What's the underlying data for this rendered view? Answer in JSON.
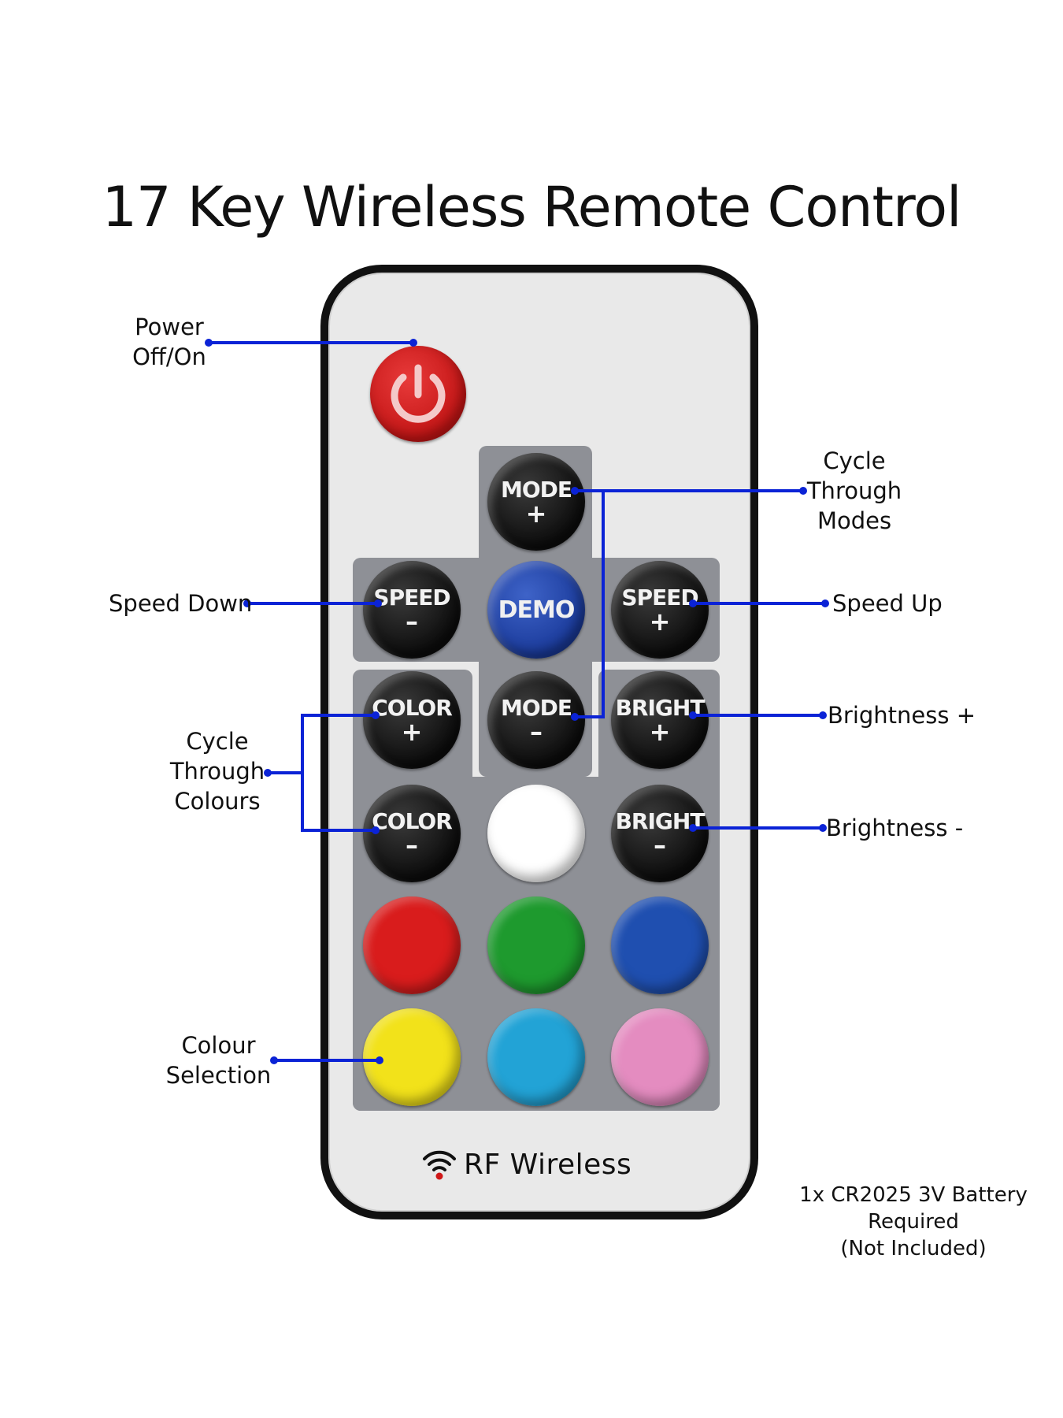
{
  "title": "17 Key Wireless Remote Control",
  "labels": {
    "power": [
      "Power",
      "Off/On"
    ],
    "cycle_modes": [
      "Cycle",
      "Through",
      "Modes"
    ],
    "speed_down": "Speed Down",
    "speed_up": "Speed Up",
    "cycle_colours": [
      "Cycle",
      "Through",
      "Colours"
    ],
    "brightness_plus": "Brightness +",
    "brightness_minus": "Brightness -",
    "colour_selection": [
      "Colour",
      "Selection"
    ]
  },
  "buttons": {
    "mode_plus": [
      "MODE",
      "+"
    ],
    "speed_minus": [
      "SPEED",
      "–"
    ],
    "demo": "DEMO",
    "speed_plus": [
      "SPEED",
      "+"
    ],
    "color_plus": [
      "COLOR",
      "+"
    ],
    "mode_minus": [
      "MODE",
      "–"
    ],
    "bright_plus": [
      "BRIGHT",
      "+"
    ],
    "color_minus": [
      "COLOR",
      "–"
    ],
    "bright_minus": [
      "BRIGHT",
      "–"
    ]
  },
  "color_buttons": [
    "#ffffff",
    "#d91c1c",
    "#1e9a2e",
    "#1f4fb0",
    "#f2e21a",
    "#22a3d6",
    "#e48cc0"
  ],
  "leader_color": "#0b23d6",
  "brand": "RF Wireless",
  "battery_note": [
    "1x CR2025 3V Battery Required",
    "(Not Included)"
  ]
}
